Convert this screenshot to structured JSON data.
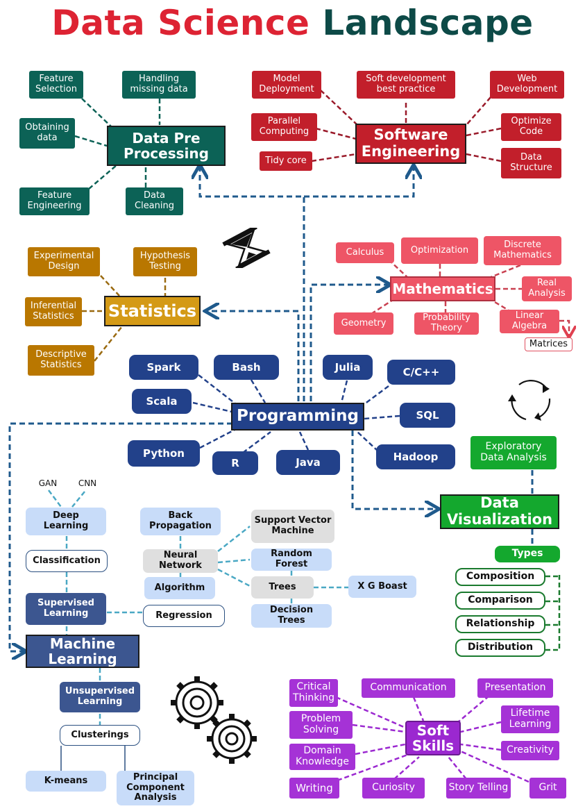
{
  "title": {
    "part1": "Data Science",
    "part2": "Landscape"
  },
  "data_preprocessing": {
    "hub": "Data Pre\nProcessing",
    "items": [
      "Feature\nSelection",
      "Handling\nmissing data",
      "Obtaining\ndata",
      "Feature\nEngineering",
      "Data\nCleaning"
    ]
  },
  "software_engineering": {
    "hub": "Software\nEngineering",
    "items": [
      "Model\nDeployment",
      "Soft development\nbest practice",
      "Web\nDevelopment",
      "Parallel\nComputing",
      "Optimize\nCode",
      "Tidy core",
      "Data\nStructure"
    ]
  },
  "statistics": {
    "hub": "Statistics",
    "items": [
      "Experimental\nDesign",
      "Hypothesis\nTesting",
      "Inferential\nStatistics",
      "Descriptive\nStatistics"
    ]
  },
  "mathematics": {
    "hub": "Mathematics",
    "items": [
      "Calculus",
      "Optimization",
      "Discrete\nMathematics",
      "Real\nAnalysis",
      "Geometry",
      "Probability\nTheory",
      "Linear\nAlgebra",
      "Matrices"
    ]
  },
  "programming": {
    "hub": "Programming",
    "items": [
      "Spark",
      "Bash",
      "Julia",
      "C/C++",
      "Scala",
      "SQL",
      "Python",
      "R",
      "Java",
      "Hadoop"
    ]
  },
  "data_visualization": {
    "hub": "Data\nVisualization",
    "eda": "Exploratory\nData Analysis",
    "types_label": "Types",
    "types": [
      "Composition",
      "Comparison",
      "Relationship",
      "Distribution"
    ]
  },
  "machine_learning": {
    "hub": "Machine\nLearning",
    "gan": "GAN",
    "cnn": "CNN",
    "deep_learning": "Deep\nLearning",
    "classification": "Classification",
    "supervised": "Supervised\nLearning",
    "regression": "Regression",
    "back_propagation": "Back\nPropagation",
    "neural_network": "Neural\nNetwork",
    "algorithm": "Algorithm",
    "svm": "Support Vector\nMachine",
    "random_forest": "Random\nForest",
    "trees": "Trees",
    "xgboost": "X G Boast",
    "decision_trees": "Decision\nTrees",
    "unsupervised": "Unsupervised\nLearning",
    "clusterings": "Clusterings",
    "kmeans": "K-means",
    "pca": "Principal\nComponent\nAnalysis"
  },
  "soft_skills": {
    "hub": "Soft\nSkills",
    "items": [
      "Critical\nThinking",
      "Communication",
      "Presentation",
      "Problem\nSolving",
      "Lifetime\nLearning",
      "Domain\nKnowledge",
      "Creativity",
      "Writing",
      "Curiosity",
      "Story Telling",
      "Grit"
    ]
  },
  "colors": {
    "teal": "#0c6256",
    "red": "#c21f2b",
    "gold": "#d49a16",
    "pink": "#ee5566",
    "navy": "#22418a",
    "green": "#14a82e",
    "purple": "#9b28d0",
    "light_blue": "#c8dcf9",
    "title_red": "#dd2333",
    "title_teal": "#0d4a47"
  },
  "icons": [
    "hourglass-icon",
    "recycle-arrows-icon",
    "gears-icon"
  ]
}
